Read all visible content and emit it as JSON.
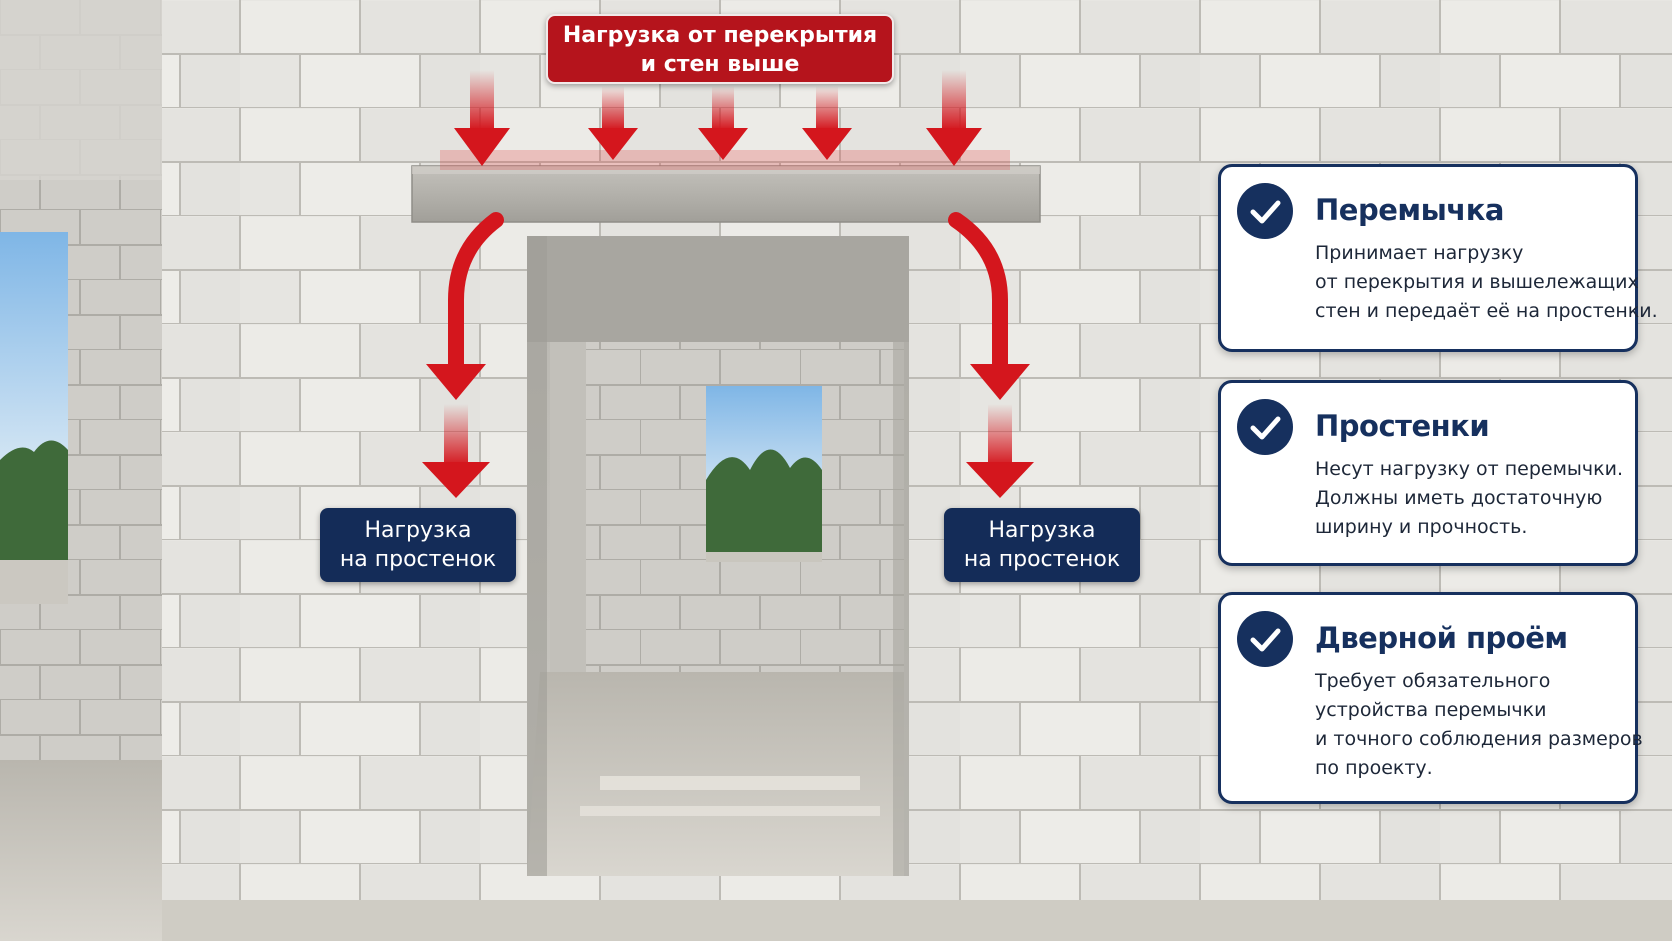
{
  "top_label": {
    "lines": [
      "Нагрузка от перекрытия",
      "и стен выше"
    ]
  },
  "pier_labels": [
    {
      "lines": [
        "Нагрузка",
        "на простенок"
      ]
    },
    {
      "lines": [
        "Нагрузка",
        "на простенок"
      ]
    }
  ],
  "cards": [
    {
      "title": "Перемычка",
      "lines": [
        "Принимает нагрузку",
        "от перекрытия и вышележащих",
        "стен и передаёт её на простенки."
      ]
    },
    {
      "title": "Простенки",
      "lines": [
        "Несут нагрузку от перемычки.",
        "Должны иметь достаточную",
        "ширину и прочность."
      ]
    },
    {
      "title": "Дверной проём",
      "lines": [
        "Требует обязательного",
        "устройства перемычки",
        "и точного соблюдения размеров",
        "по проекту."
      ]
    }
  ],
  "icons": {
    "check": "check-circle-icon",
    "arrow": "down-arrow-icon"
  },
  "colors": {
    "arrow_red": "#d4161d",
    "label_red": "#b5141c",
    "navy": "#142c58",
    "card_bg": "#ffffff"
  }
}
